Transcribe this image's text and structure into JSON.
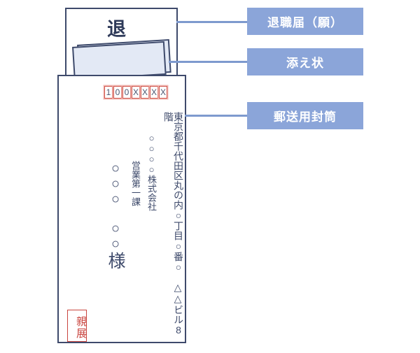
{
  "diagram": {
    "resignation_paper": {
      "visible_char": "退"
    },
    "cover_letter": {},
    "labels": [
      {
        "text": "退職届（願）"
      },
      {
        "text": "添え状"
      },
      {
        "text": "郵送用封筒"
      }
    ],
    "envelope": {
      "postal_code": [
        "1",
        "0",
        "0",
        "X",
        "X",
        "X",
        "X"
      ],
      "address_line": "東京都千代田区丸の内○丁目○番○　△△ビル8階",
      "company": "○○○○株式会社",
      "department": "営業第一課",
      "recipient_name": "○○○　○○",
      "honorific": "様",
      "confidential_stamp": "親展"
    },
    "colors": {
      "outline_navy": "#3e4a6b",
      "label_blue": "#8ba5d9",
      "line_blue": "#7e9ace",
      "letter_fill": "#e3e9f5",
      "stamp_red": "#c9453f",
      "postal_box_red": "#d05349"
    }
  }
}
